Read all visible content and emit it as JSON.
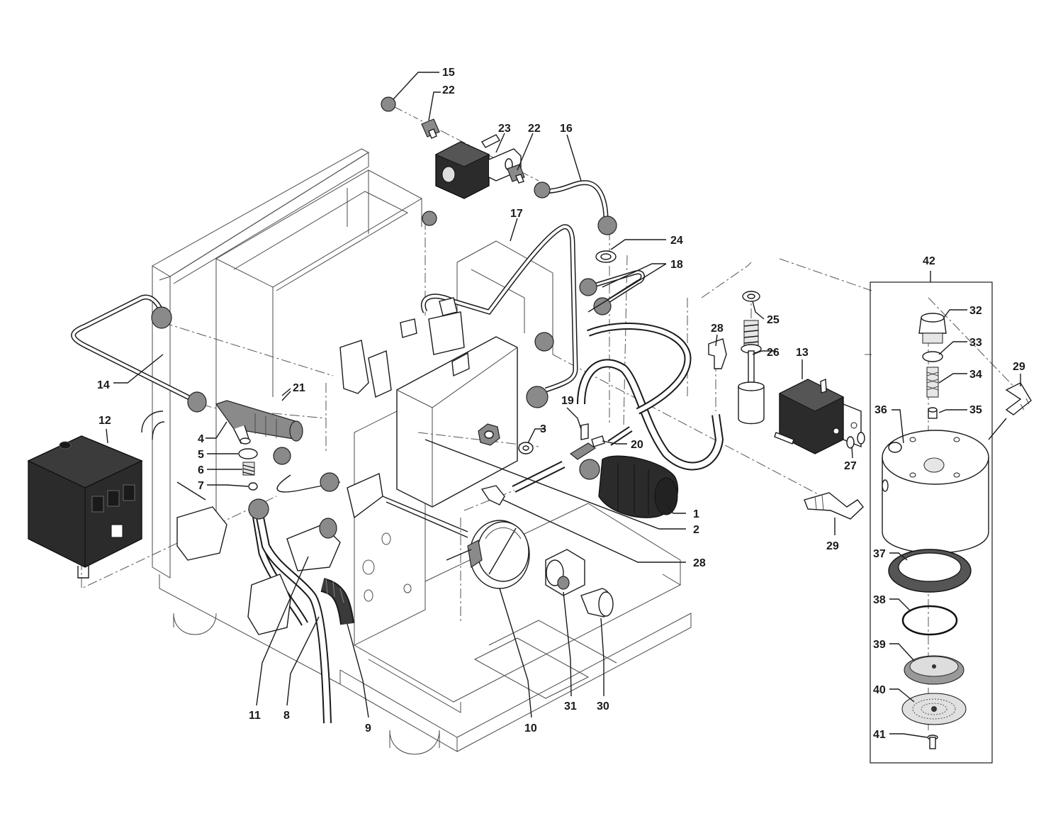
{
  "labels": {
    "l1": "1",
    "l2": "2",
    "l3": "3",
    "l4": "4",
    "l5": "5",
    "l6": "6",
    "l7": "7",
    "l8": "8",
    "l9": "9",
    "l10": "10",
    "l11": "11",
    "l12": "12",
    "l13": "13",
    "l14": "14",
    "l15": "15",
    "l16": "16",
    "l17": "17",
    "l18": "18",
    "l19": "19",
    "l20": "20",
    "l21": "21",
    "l22a": "22",
    "l22b": "22",
    "l23": "23",
    "l24": "24",
    "l25": "25",
    "l26": "26",
    "l27": "27",
    "l28a": "28",
    "l28b": "28",
    "l29a": "29",
    "l29b": "29",
    "l30": "30",
    "l31": "31",
    "l32": "32",
    "l33": "33",
    "l34": "34",
    "l35": "35",
    "l36": "36",
    "l37": "37",
    "l38": "38",
    "l39": "39",
    "l40": "40",
    "l41": "41",
    "l42": "42"
  }
}
